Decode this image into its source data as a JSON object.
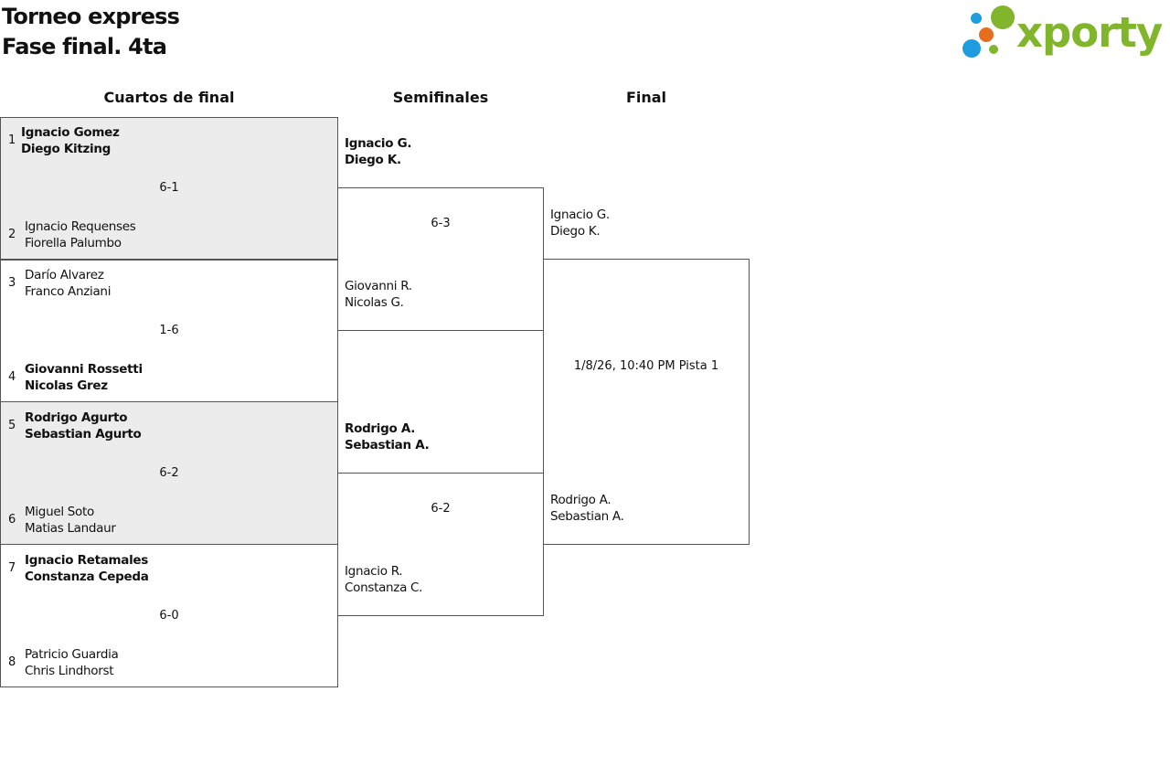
{
  "header": {
    "title": "Torneo express",
    "subtitle": "Fase final. 4ta"
  },
  "logo": {
    "text": "xporty",
    "dot_colors": [
      "#1e9ce0",
      "#80b52c",
      "#e66d1e"
    ]
  },
  "rounds": [
    "Cuartos de final",
    "Semifinales",
    "Final"
  ],
  "quarterfinals": [
    {
      "score": "6-1",
      "top": {
        "seed": "1",
        "p1": "Ignacio Gomez",
        "p2": "Diego Kitzing"
      },
      "bottom": {
        "seed": "2",
        "p1": "Ignacio Requenses",
        "p2": "Fiorella Palumbo"
      }
    },
    {
      "score": "1-6",
      "top": {
        "seed": "3",
        "p1": "Darío Alvarez",
        "p2": "Franco Anziani"
      },
      "bottom": {
        "seed": "4",
        "p1": "Giovanni Rossetti",
        "p2": "Nicolas Grez"
      }
    },
    {
      "score": "6-2",
      "top": {
        "seed": "5",
        "p1": "Rodrigo Agurto",
        "p2": "Sebastian Agurto"
      },
      "bottom": {
        "seed": "6",
        "p1": "Miguel Soto",
        "p2": "Matias Landaur"
      }
    },
    {
      "score": "6-0",
      "top": {
        "seed": "7",
        "p1": "Ignacio Retamales",
        "p2": "Constanza Cepeda"
      },
      "bottom": {
        "seed": "8",
        "p1": "Patricio Guardia",
        "p2": "Chris Lindhorst"
      }
    }
  ],
  "semifinals": [
    {
      "score": "6-3",
      "top": {
        "p1": "Ignacio G.",
        "p2": "Diego K."
      },
      "bottom": {
        "p1": "Giovanni R.",
        "p2": "Nicolas G."
      }
    },
    {
      "score": "6-2",
      "top": {
        "p1": "Rodrigo A.",
        "p2": "Sebastian A."
      },
      "bottom": {
        "p1": "Ignacio R.",
        "p2": "Constanza C."
      }
    }
  ],
  "final": {
    "info": "1/8/26, 10:40 PM Pista 1",
    "top": {
      "p1": "Ignacio G.",
      "p2": "Diego K."
    },
    "bottom": {
      "p1": "Rodrigo A.",
      "p2": "Sebastian A."
    }
  }
}
